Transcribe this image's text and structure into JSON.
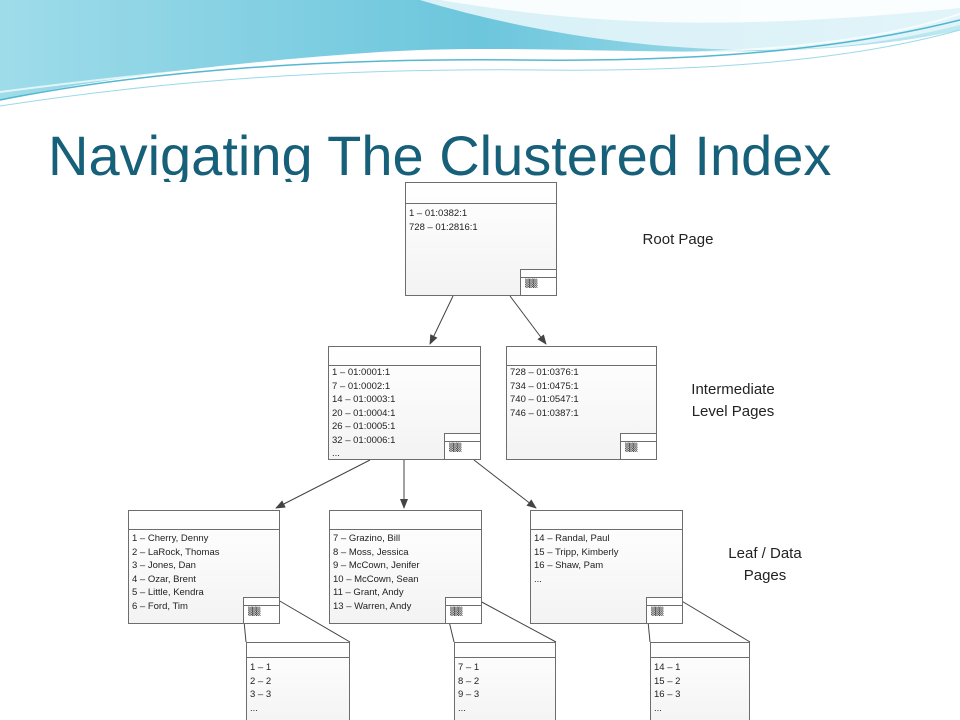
{
  "title": "Navigating The Clustered Index",
  "labels": {
    "root": [
      "Root Page"
    ],
    "intermediate": [
      "Intermediate",
      "Level Pages"
    ],
    "leaf": [
      "Leaf / Data",
      "Pages"
    ]
  },
  "root_page": {
    "rows": [
      "1 – 01:0382:1",
      "728 – 01:2816:1"
    ]
  },
  "intermediate_pages": [
    {
      "rows": [
        "1 – 01:0001:1",
        "7 – 01:0002:1",
        "14 – 01:0003:1",
        "20 – 01:0004:1",
        "26 – 01:0005:1",
        "32 – 01:0006:1",
        "..."
      ]
    },
    {
      "rows": [
        "728 – 01:0376:1",
        "734 – 01:0475:1",
        "740 – 01:0547:1",
        "746 – 01:0387:1"
      ]
    }
  ],
  "leaf_pages": [
    {
      "rows": [
        "1 – Cherry, Denny",
        "2 – LaRock, Thomas",
        "3 – Jones, Dan",
        "4 – Ozar, Brent",
        "5 – Little, Kendra",
        "6 – Ford, Tim"
      ]
    },
    {
      "rows": [
        "7 – Grazino, Bill",
        "8 – Moss, Jessica",
        "9 – McCown, Jenifer",
        "10 – McCown, Sean",
        "11 – Grant, Andy",
        "13 – Warren, Andy"
      ]
    },
    {
      "rows": [
        "14 – Randal, Paul",
        "15 – Tripp, Kimberly",
        "16 – Shaw, Pam",
        "..."
      ]
    }
  ],
  "slot_arrays": [
    {
      "rows": [
        "1 – 1",
        "2 – 2",
        "3 – 3",
        "..."
      ]
    },
    {
      "rows": [
        "7 – 1",
        "8 – 2",
        "9 – 3",
        "..."
      ]
    },
    {
      "rows": [
        "14 – 1",
        "15 – 2",
        "16 – 3",
        "..."
      ]
    }
  ],
  "icons": {
    "slot_array_corner": "slot-array-icon"
  },
  "colors": {
    "title": "#17607a",
    "banner_light": "#d6f0f6",
    "banner_mid": "#7fd0e2",
    "banner_dark": "#2aa5c4"
  }
}
